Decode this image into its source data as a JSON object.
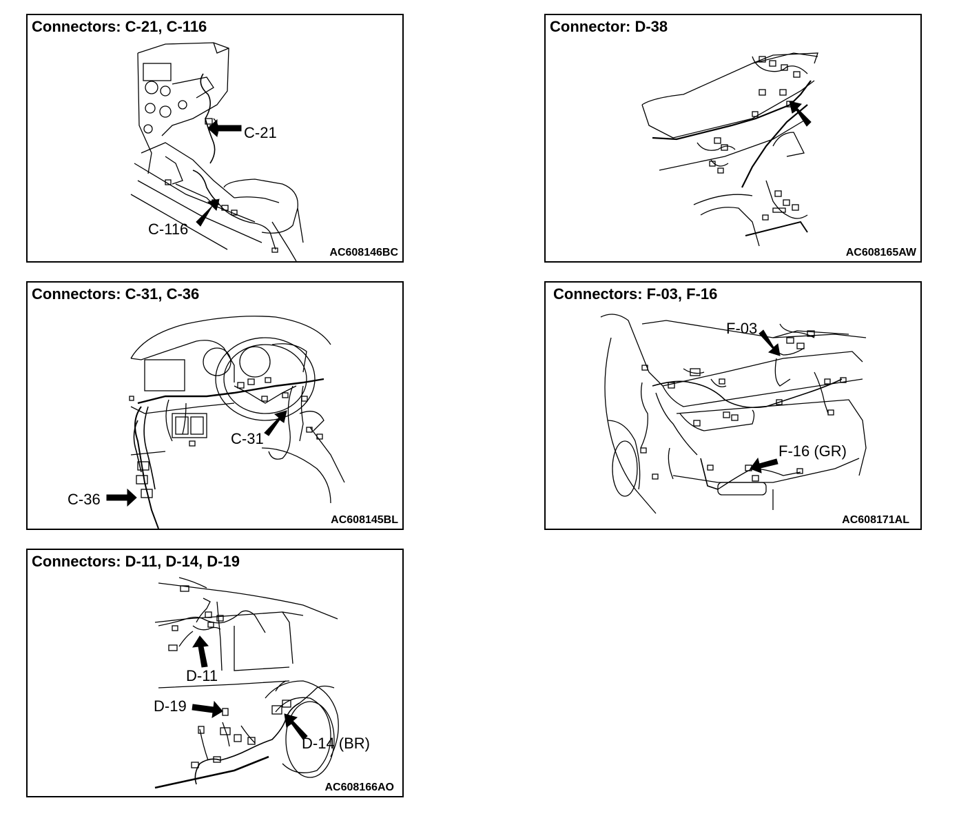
{
  "panels": [
    {
      "title": "Connectors: C-21, C-116",
      "code": "AC608146BC",
      "callouts": [
        "C-21",
        "C-116"
      ]
    },
    {
      "title": "Connector: D-38",
      "code": "AC608165AW",
      "callouts": []
    },
    {
      "title": "Connectors: C-31, C-36",
      "code": "AC608145BL",
      "callouts": [
        "C-31",
        "C-36"
      ]
    },
    {
      "title": "Connectors: F-03, F-16",
      "code": "AC608171AL",
      "callouts": [
        "F-03",
        "F-16 (GR)"
      ]
    },
    {
      "title": "Connectors: D-11, D-14, D-19",
      "code": "AC608166AO",
      "callouts": [
        "D-11",
        "D-19",
        "D-14 (BR)"
      ]
    }
  ]
}
